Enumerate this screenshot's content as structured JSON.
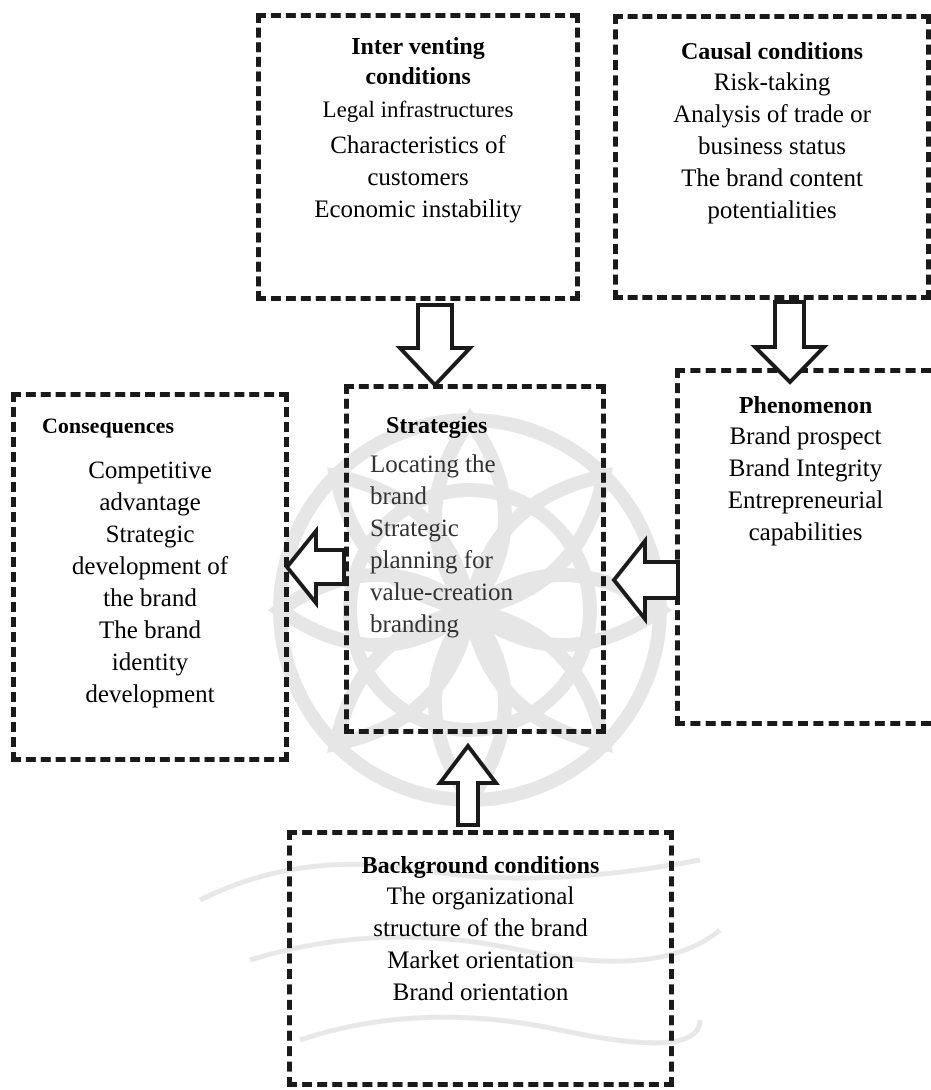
{
  "intervening": {
    "title_line1": "Inter venting",
    "title_line2": "conditions",
    "items": [
      "Legal infrastructures",
      "Characteristics of",
      "customers",
      "Economic instability"
    ]
  },
  "causal": {
    "title": "Causal conditions",
    "items": [
      "Risk-taking",
      "Analysis of trade or",
      "business status",
      "The brand content",
      "potentialities"
    ]
  },
  "consequences": {
    "title": "Consequences",
    "items": [
      "Competitive",
      "advantage",
      "Strategic",
      "development of",
      "the brand",
      "The brand",
      "identity",
      "development"
    ]
  },
  "strategies": {
    "title": "Strategies",
    "items": [
      "Locating the",
      "brand",
      "Strategic",
      "planning for",
      "value-creation",
      "branding"
    ]
  },
  "phenomenon": {
    "title": "Phenomenon",
    "items": [
      "Brand prospect",
      "Brand Integrity",
      "Entrepreneurial",
      "capabilities"
    ]
  },
  "background": {
    "title": "Background conditions",
    "items": [
      "The organizational",
      "structure of the brand",
      "Market orientation",
      "Brand orientation"
    ]
  },
  "colors": {
    "border": "#1a1a1a",
    "arrow_stroke": "#1a1a1a",
    "watermark": "#e6e6e6"
  }
}
